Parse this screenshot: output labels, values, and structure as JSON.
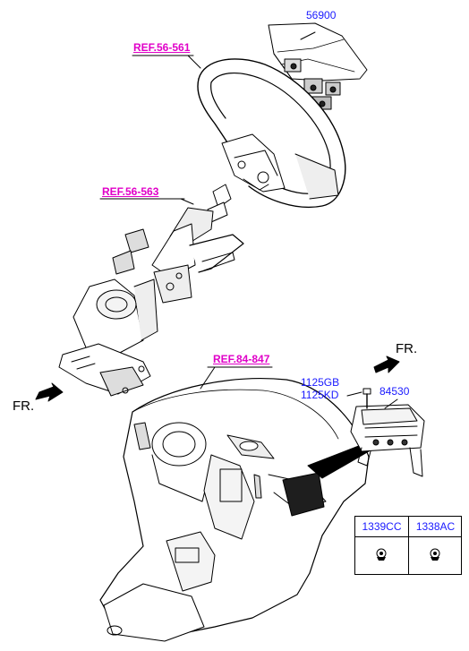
{
  "labels": {
    "ref_steering_wheel": "REF.56-561",
    "ref_steering_column": "REF.56-563",
    "ref_dashboard": "REF.84-847",
    "part_driver_airbag": "56900",
    "part_passenger_airbag": "84530",
    "part_bolt_a": "1125GB",
    "part_bolt_b": "1125KD",
    "direction_top": "FR.",
    "direction_left": "FR."
  },
  "fastener_table": {
    "columns": [
      "1339CC",
      "1338AC"
    ]
  },
  "colors": {
    "part_number": "#1a1aff",
    "reference": "#e000c8",
    "line": "#000000"
  }
}
